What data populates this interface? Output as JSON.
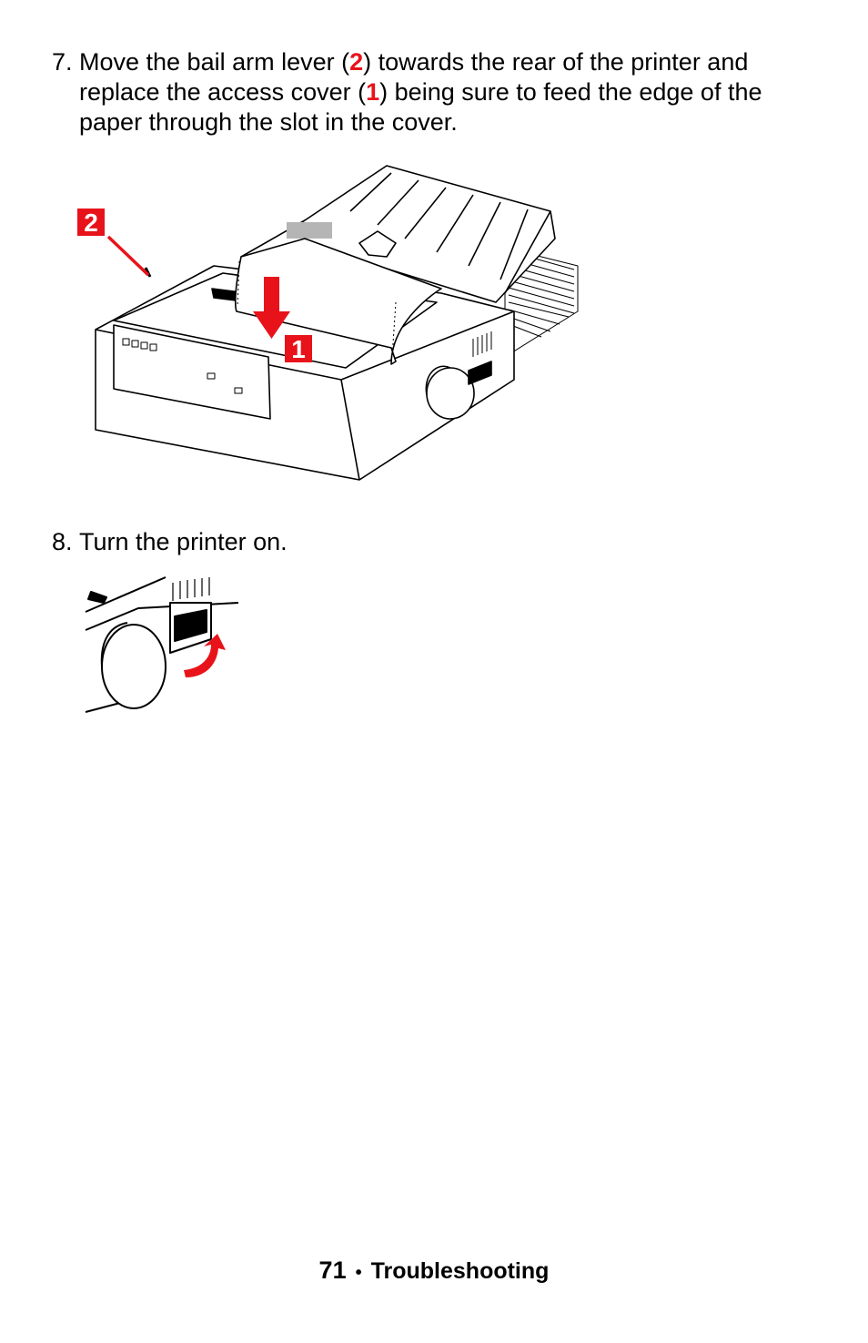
{
  "step7": {
    "number": "7.",
    "text_a": "Move the bail arm lever (",
    "ref_a": "2",
    "text_b": ") towards the rear of the printer and replace the access cover (",
    "ref_b": "1",
    "text_c": ") being sure to feed the edge of the paper through the slot in the cover."
  },
  "figure1": {
    "callout_top": "2",
    "callout_bottom": "1"
  },
  "step8": {
    "number": "8.",
    "text": "Turn the printer on."
  },
  "footer": {
    "page_number": "71",
    "separator": "•",
    "section": "Troubleshooting"
  },
  "colors": {
    "accent_red": "#e8131a"
  }
}
